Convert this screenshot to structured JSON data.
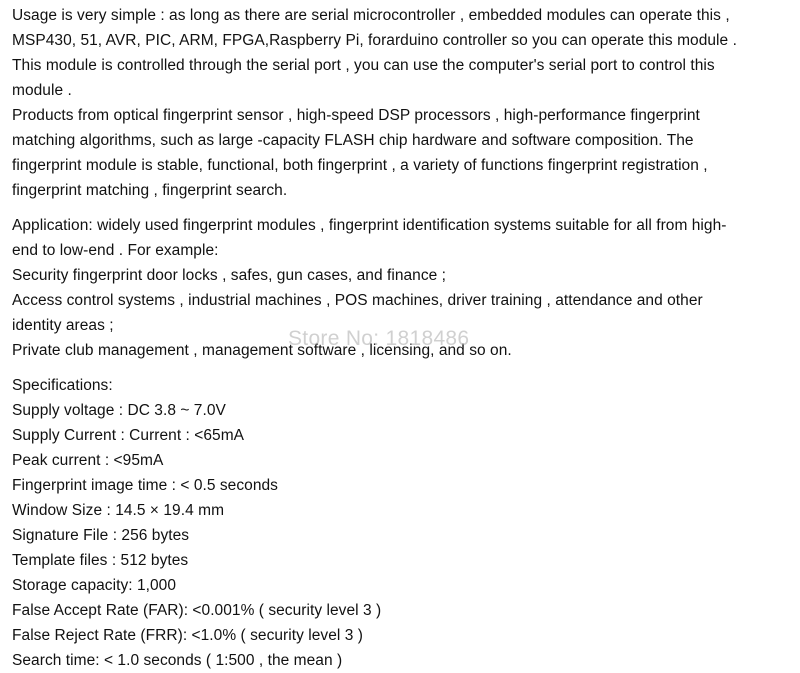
{
  "watermark": "Store No: 1818486",
  "intro": {
    "lines": [
      "Usage is very simple : as long as there are serial microcontroller , embedded modules can operate this ,",
      "MSP430, 51, AVR, PIC, ARM, FPGA,Raspberry Pi, forarduino controller so you can operate this module .",
      "This module is controlled through the serial port , you can use the computer's serial port to control this",
      "module .",
      "Products from optical fingerprint sensor , high-speed DSP processors , high-performance fingerprint",
      "matching algorithms, such as large -capacity FLASH chip hardware and software composition. The",
      "fingerprint module is stable, functional, both fingerprint , a variety of functions fingerprint registration ,",
      "fingerprint matching , fingerprint search."
    ]
  },
  "application": {
    "lines": [
      "Application: widely used fingerprint modules , fingerprint identification systems suitable for all from high-",
      "end to low-end . For example:",
      "Security fingerprint door locks , safes, gun cases, and finance ;",
      "Access control systems , industrial machines , POS machines, driver training , attendance and other",
      "identity areas ;",
      "Private club management , management software , licensing, and so on."
    ]
  },
  "specifications": {
    "heading": "Specifications:",
    "items": [
      "Supply voltage : DC 3.8 ~ 7.0V",
      "Supply Current : Current : <65mA",
      "Peak current : <95mA",
      "Fingerprint image time : < 0.5 seconds",
      "Window Size : 14.5 × 19.4 mm",
      "Signature File : 256 bytes",
      "Template files : 512 bytes",
      "Storage capacity: 1,000",
      "False Accept Rate (FAR): <0.001% ( security level 3 )",
      "False Reject Rate (FRR): <1.0% ( security level 3 )",
      "Search time: < 1.0 seconds ( 1:500 , the mean )"
    ]
  }
}
